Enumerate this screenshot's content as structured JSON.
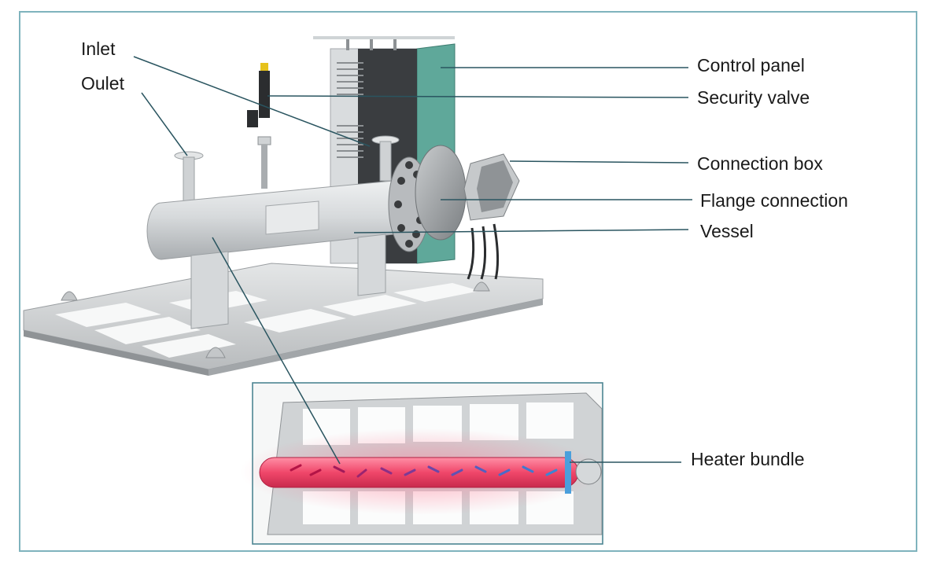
{
  "diagram": {
    "labels": {
      "inlet": "Inlet",
      "outlet": "Oulet",
      "control_panel": "Control panel",
      "security_valve": "Security valve",
      "connection_box": "Connection box",
      "flange_connection": "Flange connection",
      "vessel": "Vessel",
      "heater_bundle": "Heater bundle"
    },
    "colors": {
      "frame_border": "#7fb3bd",
      "leader_line": "#2a5560",
      "panel_green": "#5fa89a",
      "heater_red": "#f0476a"
    }
  }
}
